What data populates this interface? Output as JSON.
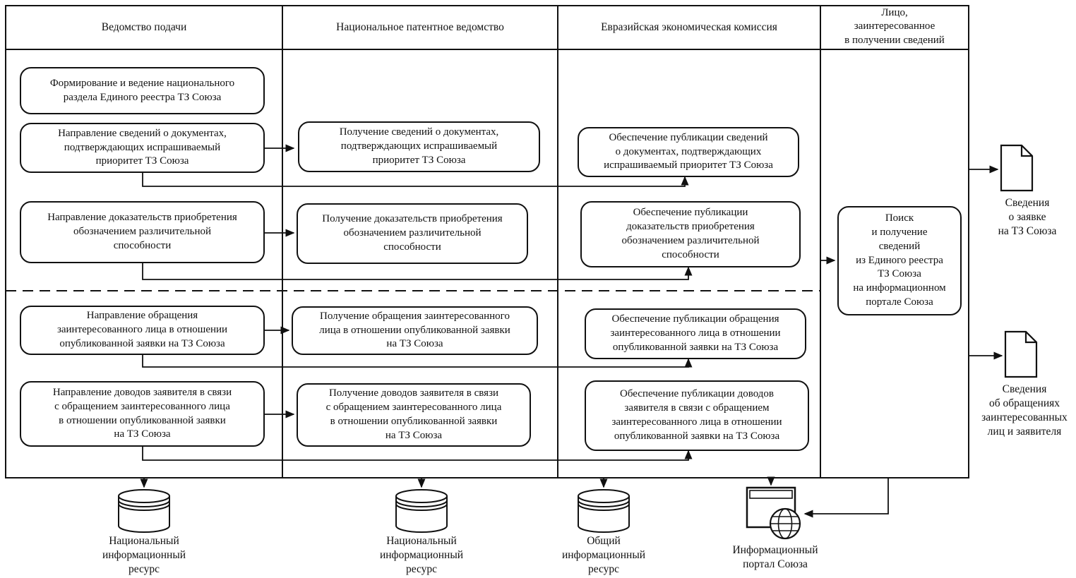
{
  "colors": {
    "line": "#111111",
    "background": "#ffffff"
  },
  "lanes": [
    {
      "header": "Ведомство подачи",
      "boxes": [
        "Формирование и ведение национального\nраздела Единого реестра ТЗ Союза",
        "Направление сведений о документах,\nподтверждающих испрашиваемый\nприоритет ТЗ Союза",
        "Направление доказательств приобретения\nобозначением различительной\nспособности",
        "Направление обращения\nзаинтересованного лица в отношении\nопубликованной заявки на ТЗ Союза",
        "Направление доводов заявителя в связи\nс обращением заинтересованного лица\nв отношении опубликованной заявки\nна ТЗ Союза"
      ]
    },
    {
      "header": "Национальное патентное ведомство",
      "boxes": [
        "Получение сведений о документах,\nподтверждающих испрашиваемый\nприоритет ТЗ Союза",
        "Получение доказательств приобретения\nобозначением различительной\nспособности",
        "Получение обращения заинтересованного\nлица в отношении опубликованной заявки\nна ТЗ Союза",
        "Получение доводов заявителя в связи\nс обращением заинтересованного лица\nв отношении опубликованной заявки\nна ТЗ Союза"
      ]
    },
    {
      "header": "Евразийская экономическая комиссия",
      "boxes": [
        "Обеспечение публикации сведений\nо документах, подтверждающих\nиспрашиваемый приоритет ТЗ Союза",
        "Обеспечение публикации\nдоказательств приобретения\nобозначением различительной\nспособности",
        "Обеспечение публикации обращения\nзаинтересованного лица в отношении\nопубликованной заявки на ТЗ Союза",
        "Обеспечение публикации доводов\nзаявителя в связи с обращением\nзаинтересованного лица в отношении\nопубликованной заявки на ТЗ Союза"
      ]
    },
    {
      "header": "Лицо,\nзаинтересованное\nв получении сведений",
      "boxes": [
        "Поиск\nи получение\nсведений\nиз Единого реестра\nТЗ Союза\nна информационном\nпортале Союза"
      ]
    }
  ],
  "outputs": [
    {
      "label": "Сведения\nо заявке\nна ТЗ Союза"
    },
    {
      "label": "Сведения\nоб обращениях\nзаинтересованных\nлиц и заявителя"
    }
  ],
  "resources": [
    {
      "label": "Национальный\nинформационный\nресурс"
    },
    {
      "label": "Национальный\nинформационный\nресурс"
    },
    {
      "label": "Общий\nинформационный\nресурс"
    },
    {
      "label": "Информационный\nпортал Союза"
    }
  ]
}
